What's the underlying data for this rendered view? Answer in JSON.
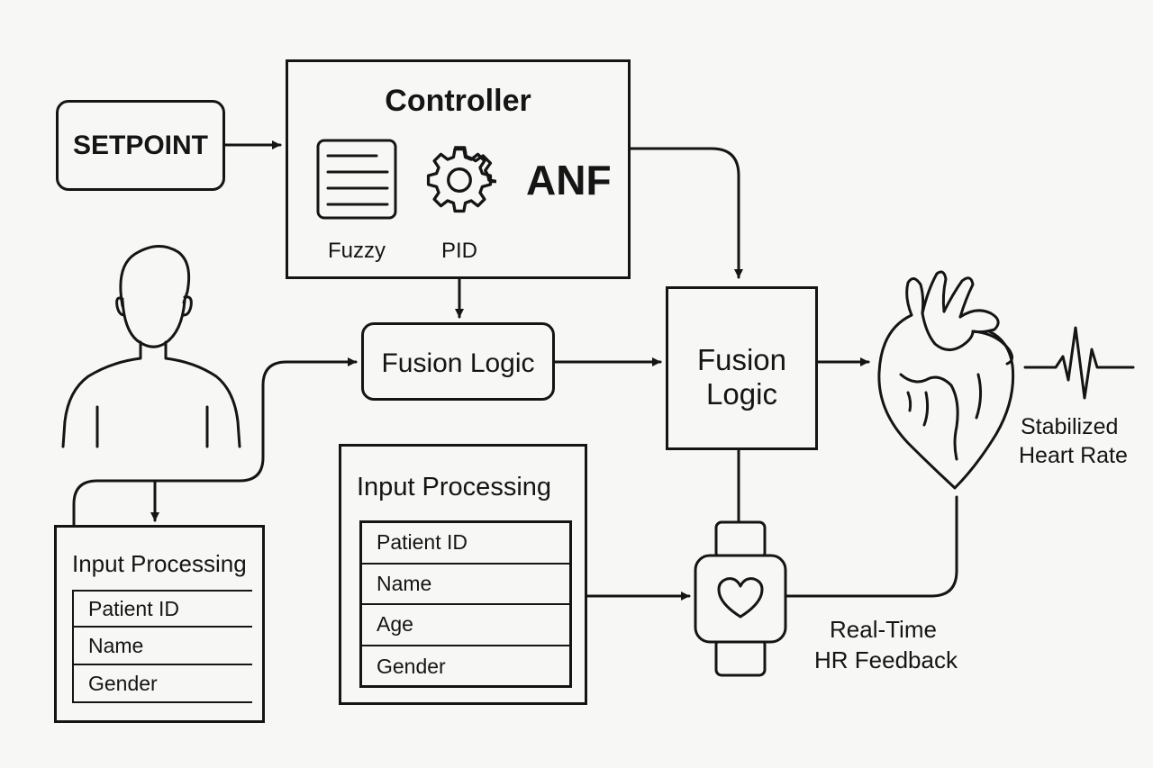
{
  "setpoint": {
    "label": "SETPOINT"
  },
  "controller": {
    "title": "Controller",
    "fuzzy_label": "Fuzzy",
    "pid_label": "PID",
    "anf_label": "ANF",
    "fuzzy_icon": "document-icon",
    "pid_icon": "gear-icon"
  },
  "fusion_logic_small": {
    "label": "Fusion Logic"
  },
  "fusion_logic_large": {
    "line1": "Fusion",
    "line2": "Logic"
  },
  "output": {
    "line1": "Stabilized",
    "line2": "Heart Rate"
  },
  "feedback": {
    "line1": "Real-Time",
    "line2": "HR Feedback"
  },
  "input_processing_left": {
    "title": "Input Processing",
    "fields": [
      "Patient ID",
      "Name",
      "Gender"
    ]
  },
  "input_processing_center": {
    "title": "Input Processing",
    "fields": [
      "Patient ID",
      "Name",
      "Age",
      "Gender"
    ]
  },
  "icons": [
    "person-icon",
    "heart-icon",
    "ecg-waveform-icon",
    "smartwatch-icon"
  ]
}
